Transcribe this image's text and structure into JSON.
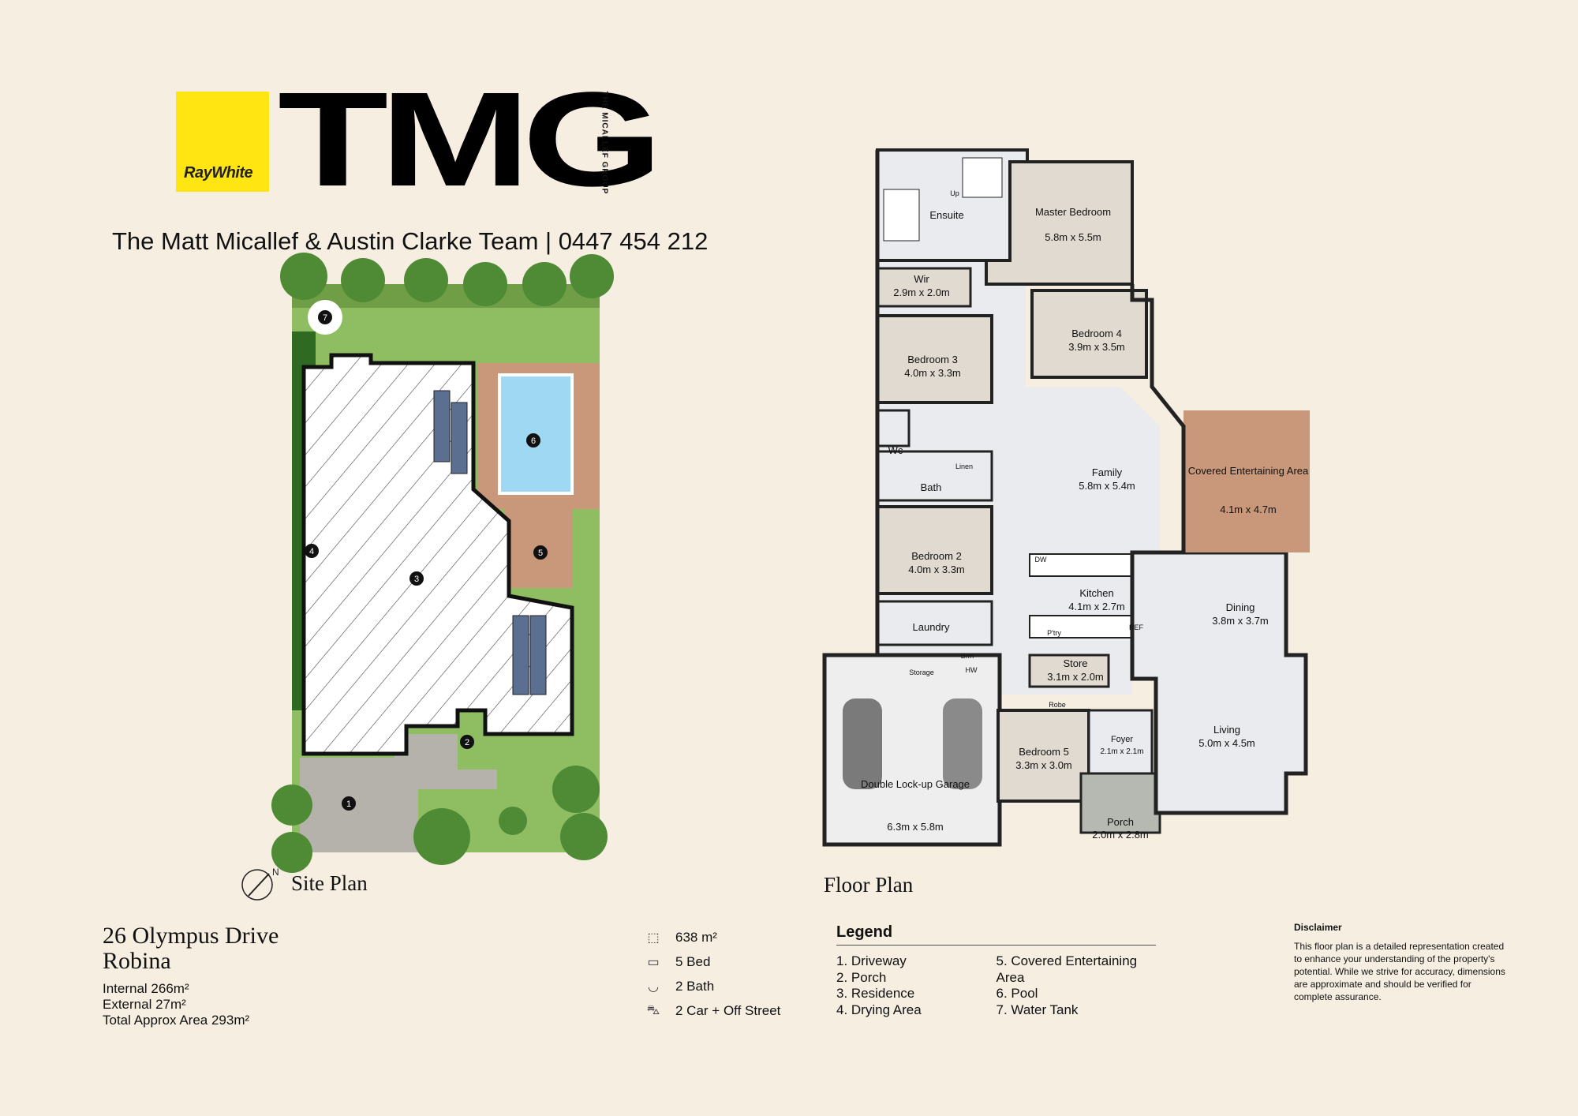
{
  "brand": {
    "raywhite_label": "RayWhite",
    "tmg_label": "TMG",
    "group_label": "THE MICALLEF GROUP",
    "yellow": "#ffe512"
  },
  "team_line": "The Matt Micallef & Austin Clarke Team | 0447 454 212",
  "site_plan": {
    "title": "Site Plan",
    "markers": [
      "1",
      "2",
      "3",
      "4",
      "5",
      "6",
      "7"
    ]
  },
  "floor_plan": {
    "title": "Floor Plan",
    "rooms": [
      {
        "name": "Ensuite",
        "dims": ""
      },
      {
        "name": "Master Bedroom",
        "dims": "5.8m x 5.5m"
      },
      {
        "name": "Wir",
        "dims": "2.9m x 2.0m"
      },
      {
        "name": "Bedroom 3",
        "dims": "4.0m x 3.3m"
      },
      {
        "name": "Bedroom 4",
        "dims": "3.9m x 3.5m"
      },
      {
        "name": "Wc",
        "dims": ""
      },
      {
        "name": "Bath",
        "dims": ""
      },
      {
        "name": "Family",
        "dims": "5.8m x 5.4m"
      },
      {
        "name": "Covered Entertaining Area",
        "dims": "4.1m x 4.7m"
      },
      {
        "name": "Bedroom 2",
        "dims": "4.0m x 3.3m"
      },
      {
        "name": "Kitchen",
        "dims": "4.1m x 2.7m"
      },
      {
        "name": "Dining",
        "dims": "3.8m x 3.7m"
      },
      {
        "name": "Laundry",
        "dims": ""
      },
      {
        "name": "Store",
        "dims": "3.1m x 2.0m"
      },
      {
        "name": "Living",
        "dims": "5.0m x 4.5m"
      },
      {
        "name": "Bedroom 5",
        "dims": "3.3m x 3.0m"
      },
      {
        "name": "Foyer",
        "dims": "2.1m x 2.1m"
      },
      {
        "name": "Double Lock-up Garage",
        "dims": "6.3m x 5.8m"
      },
      {
        "name": "Porch",
        "dims": "2.0m x 2.8m"
      }
    ],
    "fixtures": {
      "up": "Up",
      "robe": "Robe",
      "linen": "Linen",
      "dw": "DW",
      "ref": "REF",
      "ptry": "P'try",
      "storage": "Storage",
      "brm": "Brm",
      "hw": "HW"
    }
  },
  "address": {
    "line1": "26 Olympus Drive",
    "line2": "Robina"
  },
  "areas": {
    "internal": "Internal 266m²",
    "external": "External 27m²",
    "total": "Total Approx Area 293m²"
  },
  "stats": [
    {
      "icon": "land-icon",
      "label": "638 m²"
    },
    {
      "icon": "bed-icon",
      "label": "5 Bed"
    },
    {
      "icon": "bath-icon",
      "label": "2 Bath"
    },
    {
      "icon": "car-icon",
      "label": "2 Car + Off Street"
    }
  ],
  "legend": {
    "title": "Legend",
    "items": [
      "1. Driveway",
      "2. Porch",
      "3. Residence",
      "4. Drying Area",
      "5. Covered Entertaining Area",
      "6. Pool",
      "7. Water Tank"
    ]
  },
  "disclaimer": {
    "title": "Disclaimer",
    "text": "This floor plan is a detailed representation created to enhance your understanding of the property's potential. While we strive for accuracy, dimensions are approximate and should be verified for complete assurance."
  },
  "colors": {
    "background": "#f6eee1",
    "lawn": "#8fbd62",
    "pool": "#9fd8f2",
    "deck": "#c9987a",
    "floor_tile": "#e9ebee",
    "room": "#e0dad1",
    "garage": "#eeeeee"
  }
}
